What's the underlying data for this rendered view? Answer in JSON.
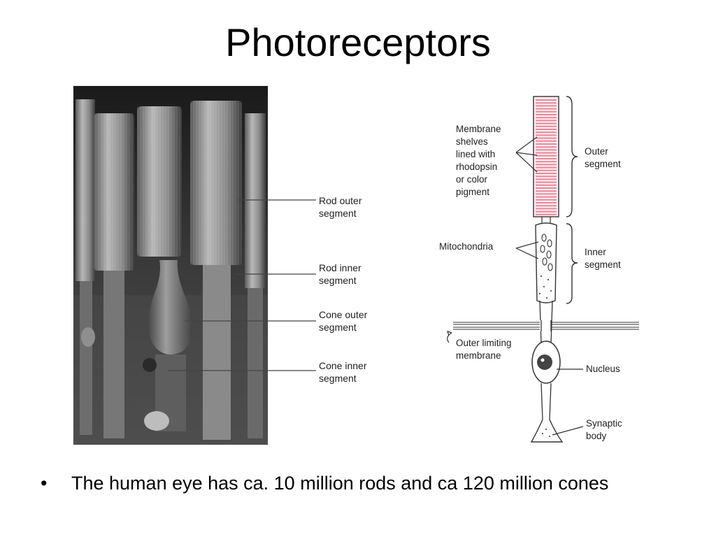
{
  "slide": {
    "title": "Photoreceptors"
  },
  "micrograph": {
    "labels": [
      "Rod outer\nsegment",
      "Rod inner\nsegment",
      "Cone outer\nsegment",
      "Cone inner\nsegment"
    ]
  },
  "cell_diagram": {
    "labels": {
      "membrane_shelves": "Membrane\nshelves\nlined with\nrhodopsin\nor color\npigment",
      "outer_segment": "Outer\nsegment",
      "mitochondria": "Mitochondria",
      "inner_segment": "Inner\nsegment",
      "outer_limiting_membrane": "Outer limiting\nmembrane",
      "nucleus": "Nucleus",
      "synaptic_body": "Synaptic\nbody"
    },
    "colors": {
      "shelves": "#e8879b",
      "outline": "#333333"
    }
  },
  "bullets": [
    {
      "marker": "•",
      "text": "The human eye has ca. 10 million rods and ca 120 million cones"
    }
  ]
}
